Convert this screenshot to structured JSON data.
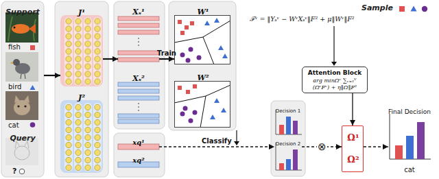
{
  "diagram": {
    "nodes": [
      {
        "text": [
          "Support",
          "Query"
        ]
      },
      {
        "text": [
          "J¹"
        ]
      },
      {
        "text": [
          "J²"
        ]
      },
      {
        "text": [
          "Xₛ¹"
        ]
      },
      {
        "text": [
          "Xₛ²"
        ]
      },
      {
        "text": [
          "xq¹"
        ]
      },
      {
        "text": [
          "xq²"
        ]
      },
      {
        "text": [
          "W¹"
        ]
      },
      {
        "text": [
          "W²"
        ]
      },
      {
        "text": [
          "Attention Block",
          "arg minΩᵛ ∑ᵥ₌₁ⱽ (ΩᵛFᵛ) + η‖Ω‖F²"
        ]
      },
      {
        "text": [
          "Decision 1"
        ]
      },
      {
        "text": [
          "Decision 2"
        ]
      },
      {
        "text": [
          "Ω¹",
          "Ω²"
        ]
      },
      {
        "text": [
          "Final Decision",
          "cat"
        ]
      }
    ],
    "edges": [
      {
        "from": 0,
        "to": 1,
        "arrow": "to"
      },
      {
        "from": 1,
        "to": 3,
        "arrow": "to"
      },
      {
        "from": 3,
        "to": 7,
        "label": "Train",
        "arrow": "to"
      },
      {
        "from": 5,
        "to": 11,
        "label": "Classify",
        "arrow": "to"
      },
      {
        "from": 9,
        "to": 12,
        "arrow": "to"
      },
      {
        "from": 11,
        "to": 12,
        "label": "⊗",
        "arrow": "to"
      },
      {
        "from": 12,
        "to": 13,
        "arrow": "to"
      }
    ],
    "labels": [
      "fish",
      "bird",
      "cat",
      "?",
      "Sample",
      "ℱᵛ = ‖Yₛᵛ − WᵛXₛᵛ‖F² + μ‖Wᵛ‖F²"
    ]
  }
}
